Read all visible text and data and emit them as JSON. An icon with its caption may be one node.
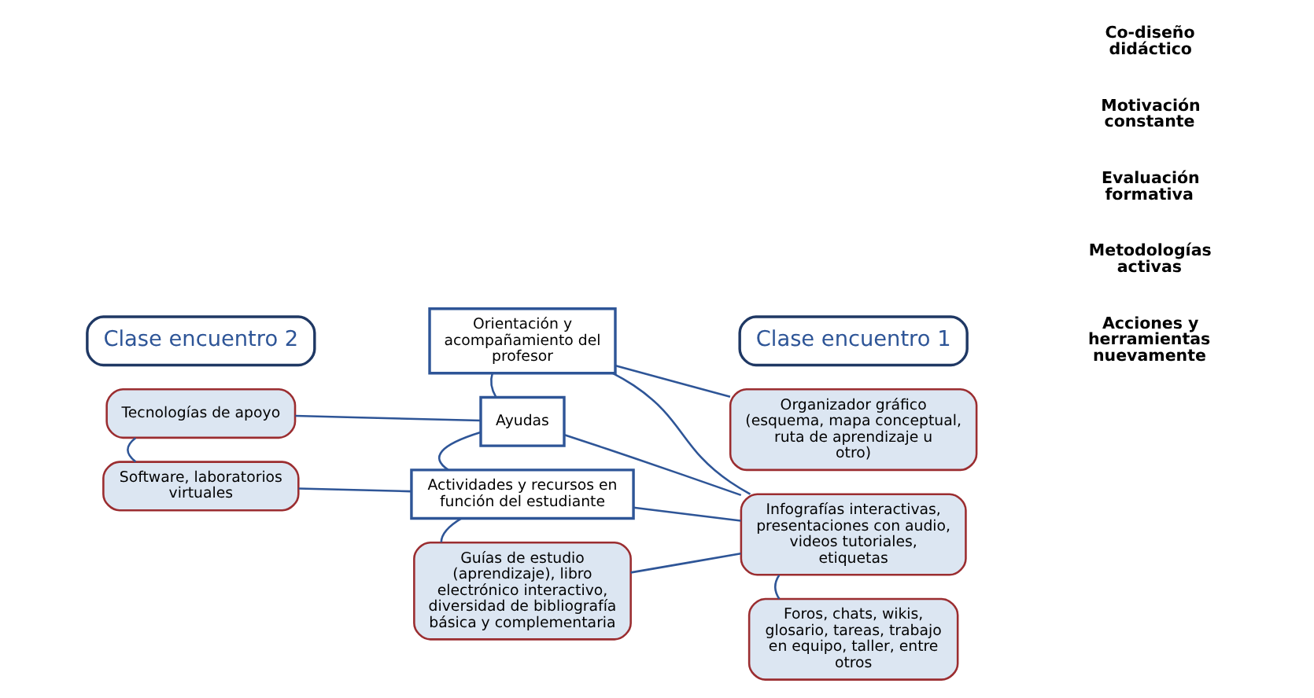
{
  "diagram": {
    "nodes": [
      {
        "text": [
          "Clase encuentro 1"
        ]
      },
      {
        "text": [
          "Clase encuentro 2"
        ]
      },
      {
        "text": [
          "Orientación y acompañamiento del profesor"
        ]
      },
      {
        "text": [
          "Ayudas"
        ]
      },
      {
        "text": [
          "Actividades y recursos en función del estudiante"
        ]
      },
      {
        "text": [
          "Tecnologías de apoyo"
        ]
      },
      {
        "text": [
          "Software, laboratorios virtuales"
        ]
      },
      {
        "text": [
          "Guías de estudio (aprendizaje), libro electrónico interactivo, diversidad de bibliografía básica y complementaria"
        ]
      },
      {
        "text": [
          "Organizador gráfico (esquema, mapa conceptual, ruta de aprendizaje u otro)"
        ]
      },
      {
        "text": [
          "Infografías interactivas, presentaciones con audio, videos tutoriales, etiquetas"
        ]
      },
      {
        "text": [
          "Foros, chats, wikis, glosario, tareas, trabajo en equipo, taller, entre otros"
        ]
      }
    ],
    "edges": [
      {
        "from": 2,
        "to": 3,
        "arrow": "none"
      },
      {
        "from": 3,
        "to": 4,
        "arrow": "none"
      },
      {
        "from": 4,
        "to": 7,
        "arrow": "none"
      },
      {
        "from": 3,
        "to": 5,
        "arrow": "none"
      },
      {
        "from": 5,
        "to": 6,
        "arrow": "none"
      },
      {
        "from": 6,
        "to": 4,
        "arrow": "none"
      },
      {
        "from": 2,
        "to": 8,
        "arrow": "none"
      },
      {
        "from": 2,
        "to": 9,
        "arrow": "none"
      },
      {
        "from": 3,
        "to": 9,
        "arrow": "none"
      },
      {
        "from": 4,
        "to": 9,
        "arrow": "none"
      },
      {
        "from": 7,
        "to": 9,
        "arrow": "none"
      },
      {
        "from": 10,
        "to": 9,
        "arrow": "none"
      }
    ],
    "labels": [
      "Acciones y herramientas nuevamente",
      "Metodologías activas",
      "Evaluación formativa",
      "Motivación constante",
      "Co-diseño didáctico"
    ]
  }
}
